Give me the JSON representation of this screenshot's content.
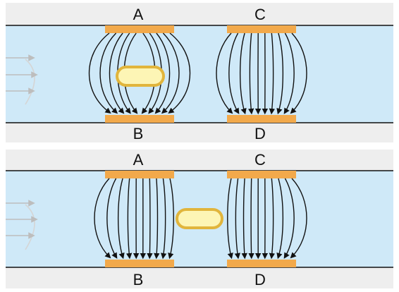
{
  "panels": [
    {
      "id": "top",
      "electrodes": {
        "A": "A",
        "B": "B",
        "C": "C",
        "D": "D"
      },
      "particle_position": "between-A-and-B"
    },
    {
      "id": "bottom",
      "electrodes": {
        "A": "A",
        "B": "B",
        "C": "C",
        "D": "D"
      },
      "particle_position": "between-pairs"
    }
  ],
  "colors": {
    "channel": "#cfe9f8",
    "wall": "#eeeeee",
    "electrode": "#f2a94b",
    "particle_fill": "#fdf5b5",
    "particle_ring": "#e1b53c",
    "flow_arrows": "#bdbdbd",
    "field_lines": "#111111"
  }
}
